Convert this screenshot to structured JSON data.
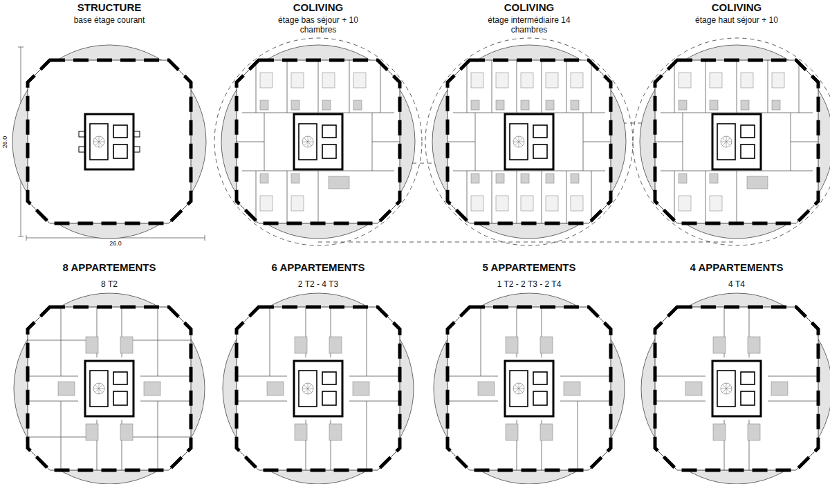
{
  "diagram": {
    "nodes": [
      {
        "text": [
          "STRUCTURE",
          "base étage courant"
        ]
      },
      {
        "text": [
          "COLIVING",
          "étage bas séjour + 10 chambres"
        ]
      },
      {
        "text": [
          "COLIVING",
          "étage intermédiaire 14 chambres"
        ]
      },
      {
        "text": [
          "COLIVING",
          "étage haut séjour + 10"
        ]
      },
      {
        "text": [
          "8 APPARTEMENTS",
          "8 T2"
        ]
      },
      {
        "text": [
          "6 APPARTEMENTS",
          "2 T2 - 4 T3"
        ]
      },
      {
        "text": [
          "5 APPARTEMENTS",
          "1 T2 - 2 T3 - 2 T4"
        ]
      },
      {
        "text": [
          "4 APPARTEMENTS",
          "4 T4"
        ]
      }
    ],
    "labels": [
      "26.0",
      "26.0"
    ]
  }
}
